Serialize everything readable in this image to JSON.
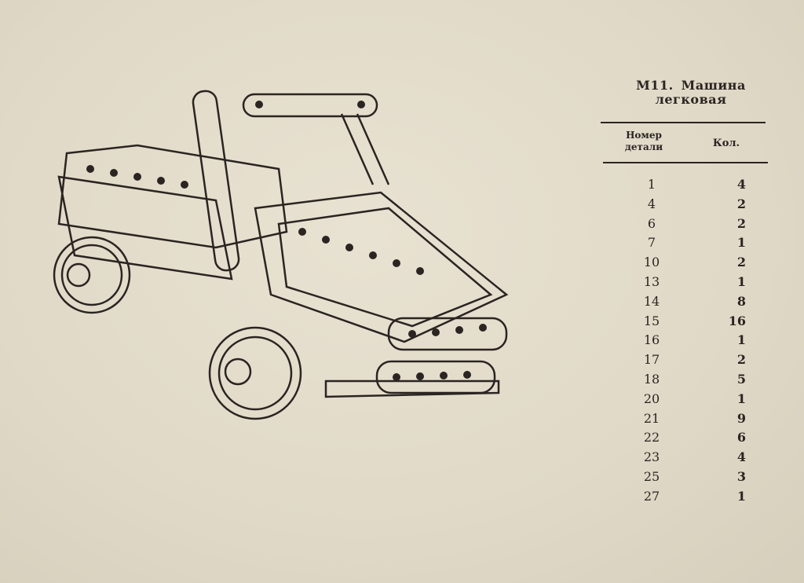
{
  "title": {
    "code": "M11.",
    "name_line1": "Машина",
    "name_line2": "легковая"
  },
  "table": {
    "headers": {
      "part_number_line1": "Номер",
      "part_number_line2": "детали",
      "quantity": "Кол."
    },
    "rows": [
      {
        "part": "1",
        "qty": "4"
      },
      {
        "part": "4",
        "qty": "2"
      },
      {
        "part": "6",
        "qty": "2"
      },
      {
        "part": "7",
        "qty": "1"
      },
      {
        "part": "10",
        "qty": "2"
      },
      {
        "part": "13",
        "qty": "1"
      },
      {
        "part": "14",
        "qty": "8"
      },
      {
        "part": "15",
        "qty": "16"
      },
      {
        "part": "16",
        "qty": "1"
      },
      {
        "part": "17",
        "qty": "2"
      },
      {
        "part": "18",
        "qty": "5"
      },
      {
        "part": "20",
        "qty": "1"
      },
      {
        "part": "21",
        "qty": "9"
      },
      {
        "part": "22",
        "qty": "6"
      },
      {
        "part": "23",
        "qty": "4"
      },
      {
        "part": "25",
        "qty": "3"
      },
      {
        "part": "27",
        "qty": "1"
      }
    ]
  }
}
